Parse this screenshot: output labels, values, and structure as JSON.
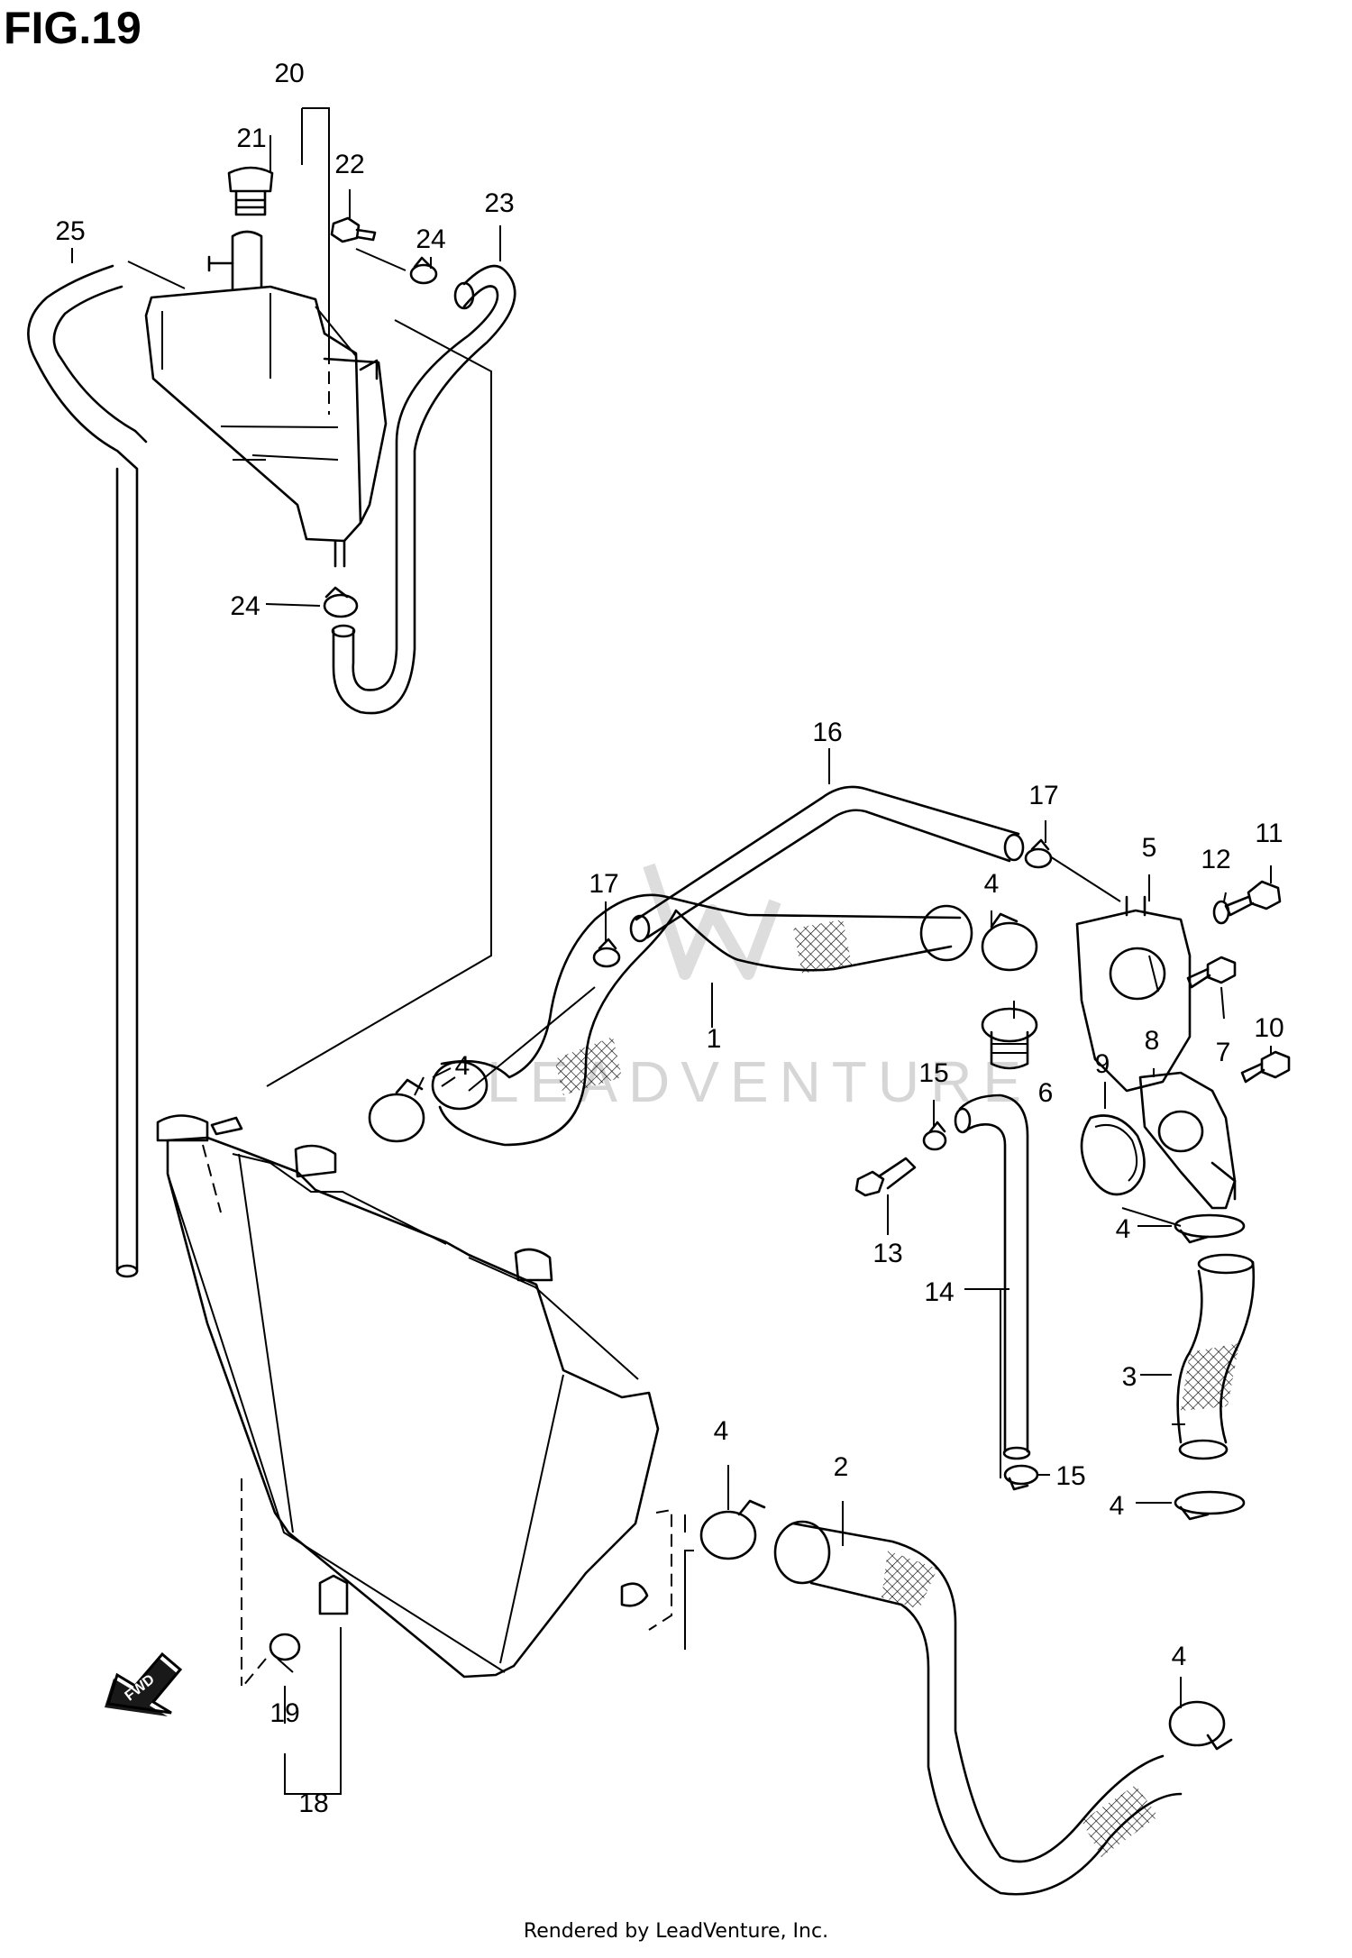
{
  "figure": {
    "title": "FIG.19"
  },
  "watermark": {
    "text": "LEADVENTURE"
  },
  "footer": {
    "text": "Rendered by LeadVenture, Inc."
  },
  "fwd_badge": {
    "text": "FWD"
  },
  "callouts": {
    "c1": "1",
    "c2": "2",
    "c3": "3",
    "c4a": "4",
    "c4b": "4",
    "c4c": "4",
    "c4d": "4",
    "c4e": "4",
    "c4f": "4",
    "c5": "5",
    "c6": "6",
    "c7": "7",
    "c8": "8",
    "c9": "9",
    "c10": "10",
    "c11": "11",
    "c12": "12",
    "c13": "13",
    "c14": "14",
    "c15a": "15",
    "c15b": "15",
    "c16": "16",
    "c17a": "17",
    "c17b": "17",
    "c18": "18",
    "c19": "19",
    "c20": "20",
    "c21": "21",
    "c22": "22",
    "c23": "23",
    "c24a": "24",
    "c24b": "24",
    "c25": "25"
  },
  "colors": {
    "line": "#000000",
    "background": "#ffffff",
    "watermark": "#d6d6d6"
  }
}
